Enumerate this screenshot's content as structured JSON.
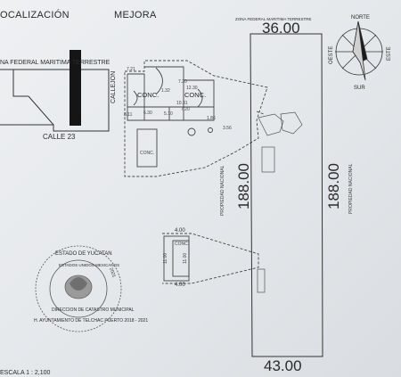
{
  "header": {
    "localizacion": "OCALIZACIÓN",
    "mejora": "MEJORA"
  },
  "location_map": {
    "zone_label": "NA FEDERAL MARITIMA TERRESTRE",
    "street_label": "CALLE 23"
  },
  "improvement": {
    "callejon": "CALLEJON",
    "conc_1": "CONC.",
    "conc_2": "CONC.",
    "conc_3": "CONC.",
    "conc_4": "CONC.",
    "measures": [
      "7.21",
      "7.20",
      "12.30",
      "10.31",
      "7.20",
      "1.32",
      "8.11",
      "6.30",
      "5.10",
      "1.86",
      "3.56",
      "4.00",
      "11.00",
      "11.00",
      "4.00"
    ]
  },
  "lot": {
    "top_zone_label": "ZONA FEDERAL MARITIMA TERRESTRE",
    "top_width": "36.00",
    "bottom_width": "43.00",
    "left_length": "188.00",
    "right_length": "188.00",
    "left_side_label": "PROPIEDAD NACIONAL",
    "right_side_label": "PROPIEDAD NACIONAL"
  },
  "compass": {
    "north": "NORTE",
    "south": "SUR",
    "east": "ESTE",
    "west": "OESTE"
  },
  "seal": {
    "outer_top": "ESTADO DE YUCATAN",
    "inner_text": "ESTADOS UNIDOS MEXICANOS",
    "year": "2021",
    "dept": "DIRECCION DE CATASTRO MUNICIPAL",
    "municipality": "H. AYUNTAMIENTO DE TELCHAC PUERTO 2018 - 2021"
  },
  "scale_label": "ESCALA 1 : 2,100"
}
